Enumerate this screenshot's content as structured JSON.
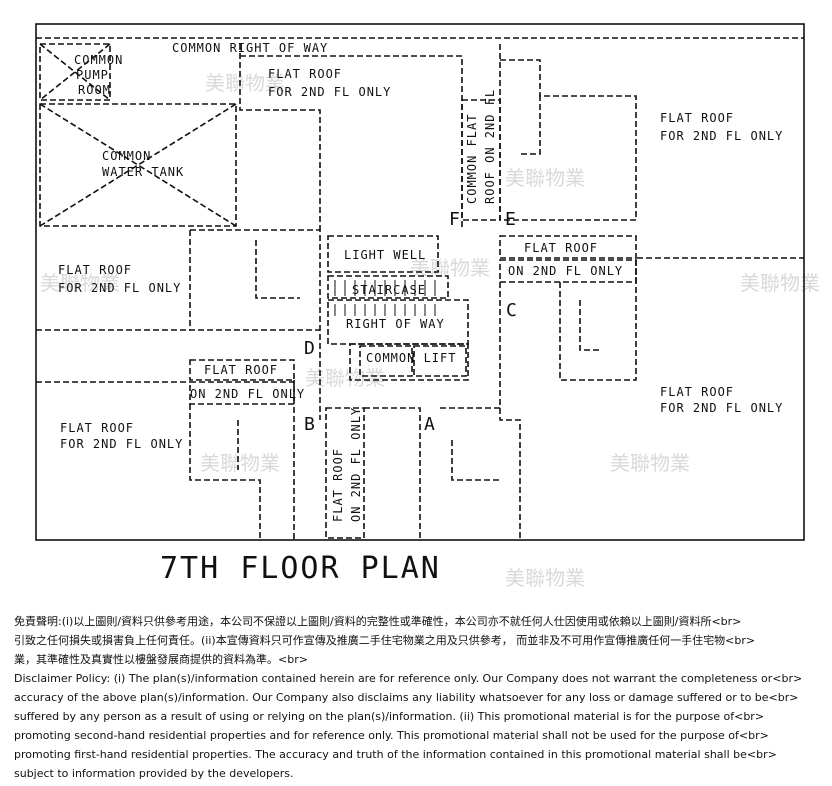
{
  "plan": {
    "labels": {
      "common_pump_room": [
        "COMMON",
        "PUMP",
        "ROOM"
      ],
      "common_right_of_way": "COMMON RIGHT OF WAY",
      "flat_roof_top_center": [
        "FLAT ROOF",
        "FOR 2ND FL ONLY"
      ],
      "flat_roof_top_right": [
        "FLAT ROOF",
        "FOR 2ND FL ONLY"
      ],
      "common_water_tank": [
        "COMMON",
        "WATER TANK"
      ],
      "common_flat_roof_vertical": [
        "COMMON FLAT",
        "ROOF ON 2ND FL"
      ],
      "unit_f": "F",
      "unit_e": "E",
      "light_well": "LIGHT WELL",
      "flat_roof_mid_right": [
        "FLAT ROOF",
        "ON 2ND FL ONLY"
      ],
      "flat_roof_mid_left": [
        "FLAT ROOF",
        "FOR 2ND FL ONLY"
      ],
      "staircase": "STAIRCASE",
      "unit_c": "C",
      "right_of_way": "RIGHT OF WAY",
      "unit_d": "D",
      "common_lift": "COMMON LIFT",
      "flat_roof_small_left": [
        "FLAT ROOF",
        "ON 2ND FL ONLY"
      ],
      "flat_roof_lower_right": [
        "FLAT ROOF",
        "FOR 2ND FL ONLY"
      ],
      "unit_b": "B",
      "unit_a": "A",
      "flat_roof_lower_left": [
        "FLAT ROOF",
        "FOR 2ND FL ONLY"
      ],
      "flat_roof_vertical_bottom": [
        "FLAT ROOF",
        "ON 2ND FL ONLY"
      ],
      "title": "7TH FLOOR PLAN"
    },
    "watermark": "美聯物業"
  },
  "disclaimer": {
    "lines": [
      "免責聲明:(i)以上圖則/資料只供參考用途，本公司不保證以上圖則/資料的完整性或準確性，本公司亦不就任何人仕因使用或依賴以上圖則/資料所<br>",
      "引致之任何損失或損害負上任何責任。(ii)本宣傳資料只可作宣傳及推廣二手住宅物業之用及只供參考， 而並非及不可用作宣傳推廣任何一手住宅物<br>",
      "業，其準確性及真實性以樓盤發展商提供的資料為準。<br>",
      "Disclaimer Policy: (i) The plan(s)/information contained herein are for reference only. Our Company does not warrant the completeness or<br>",
      "accuracy of the above plan(s)/information. Our Company also disclaims any liability whatsoever for any loss or damage suffered or to be<br>",
      "suffered by any person as a result of using or relying on the plan(s)/information. (ii) This promotional material is for the purpose of<br>",
      "promoting second-hand residential properties and for reference only. This promotional material shall not be used for the purpose of<br>",
      "promoting first-hand residential properties. The accuracy and truth of the information contained in this promotional material shall be<br>",
      "subject to information provided by the developers."
    ]
  }
}
